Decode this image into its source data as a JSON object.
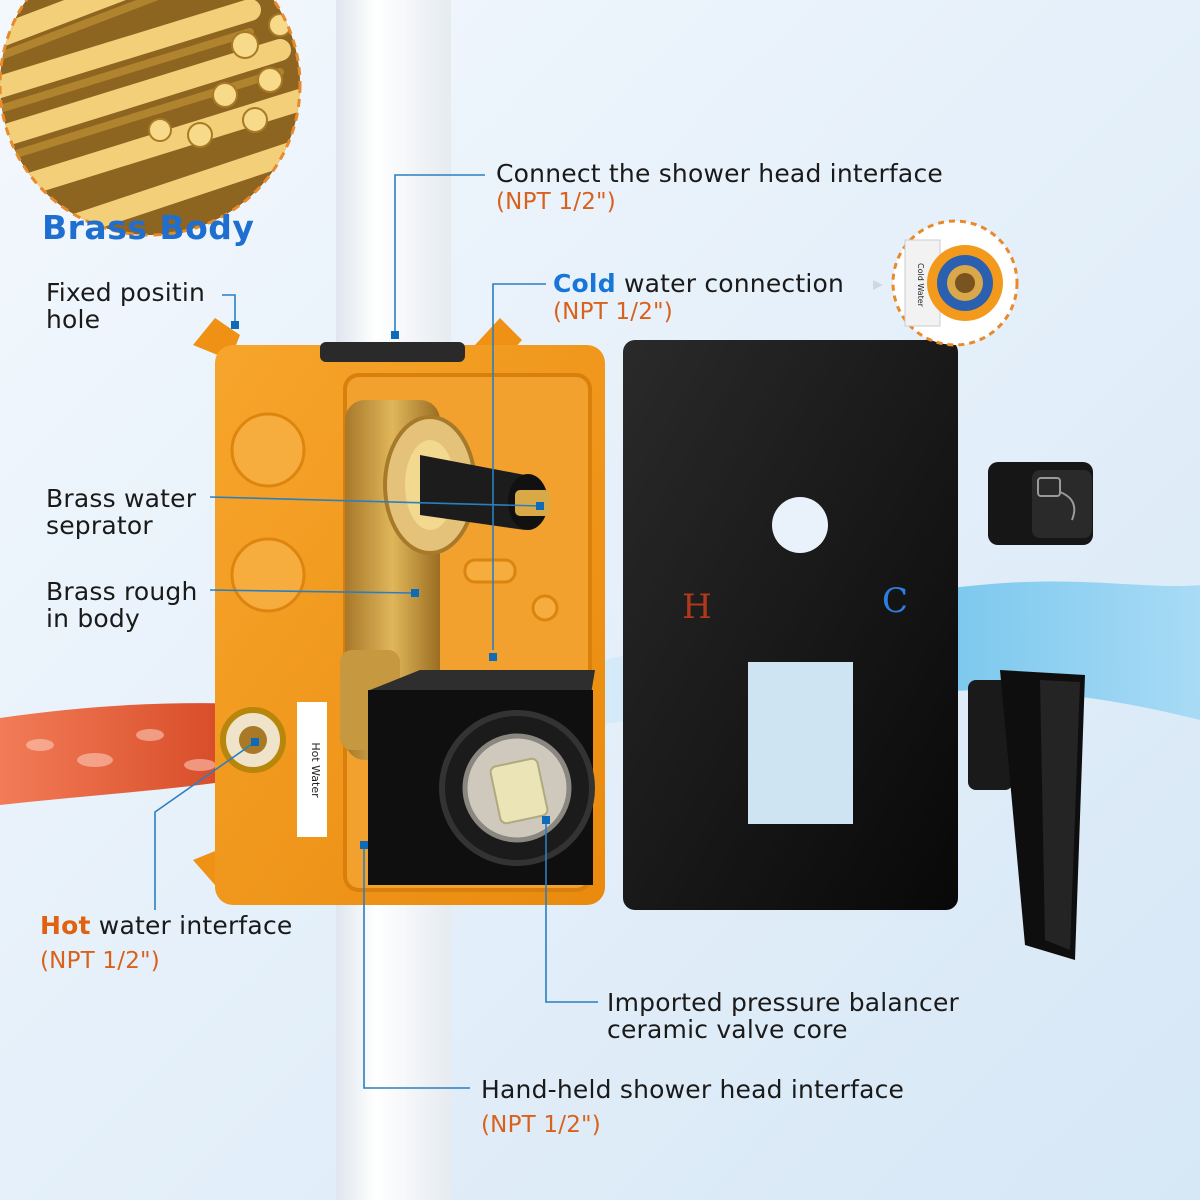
{
  "brass_title": "Brass Body",
  "callouts": {
    "fixed_hole": [
      "Fixed positin",
      "hole"
    ],
    "brass_separator": [
      "Brass water",
      "seprator"
    ],
    "rough_in": [
      "Brass rough",
      "in body"
    ],
    "hot": {
      "emphasis": "Hot",
      "rest": " water interface",
      "spec": "(NPT 1/2\")"
    },
    "shower_head": {
      "text": "Connect the shower head interface",
      "spec": "(NPT 1/2\")"
    },
    "cold": {
      "emphasis": "Cold",
      "rest": " water connection",
      "spec": "(NPT 1/2\")"
    },
    "valve_core": [
      "Imported pressure balancer",
      "ceramic valve core"
    ],
    "handheld": {
      "text": "Hand-held shower head interface",
      "spec": "(NPT 1/2\")"
    }
  },
  "plate_marks": {
    "hot": "H",
    "cold": "C"
  },
  "box_labels": {
    "hot_sticker": "Hot Water",
    "cold_sticker": "Cold Water"
  },
  "colors": {
    "accent_blue": "#1876d6",
    "accent_orange": "#e0620f",
    "box_orange": "#f39a1c",
    "plate_black": "#121212"
  }
}
